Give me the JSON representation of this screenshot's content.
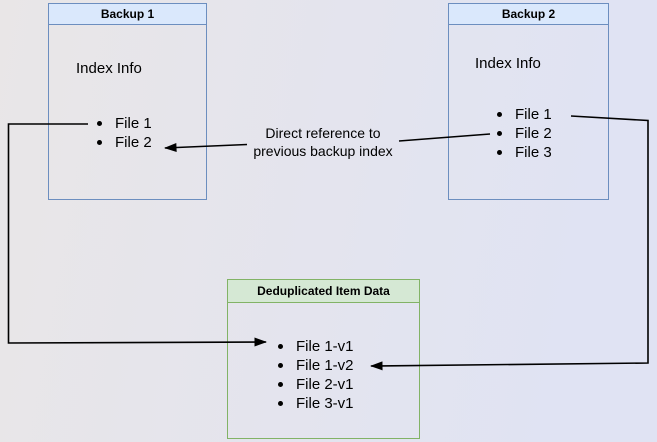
{
  "colors": {
    "page_bg_left": "#e9e6e7",
    "page_bg_right": "#e0e3f3",
    "blue_fill": "#dae8fc",
    "blue_stroke": "#6c8ebf",
    "green_fill": "#d5e8d4",
    "green_stroke": "#82b366",
    "arrow": "#000000",
    "text": "#000000"
  },
  "backup1": {
    "title": "Backup 1",
    "info": "Index Info",
    "files": [
      "File 1",
      "File 2"
    ]
  },
  "backup2": {
    "title": "Backup 2",
    "info": "Index Info",
    "files": [
      "File 1",
      "File 2",
      "File 3"
    ]
  },
  "dedup": {
    "title": "Deduplicated Item Data",
    "items": [
      "File 1-v1",
      "File 1-v2",
      "File 2-v1",
      "File 3-v1"
    ]
  },
  "annotation": {
    "line1": "Direct reference to",
    "line2": "previous backup index"
  }
}
